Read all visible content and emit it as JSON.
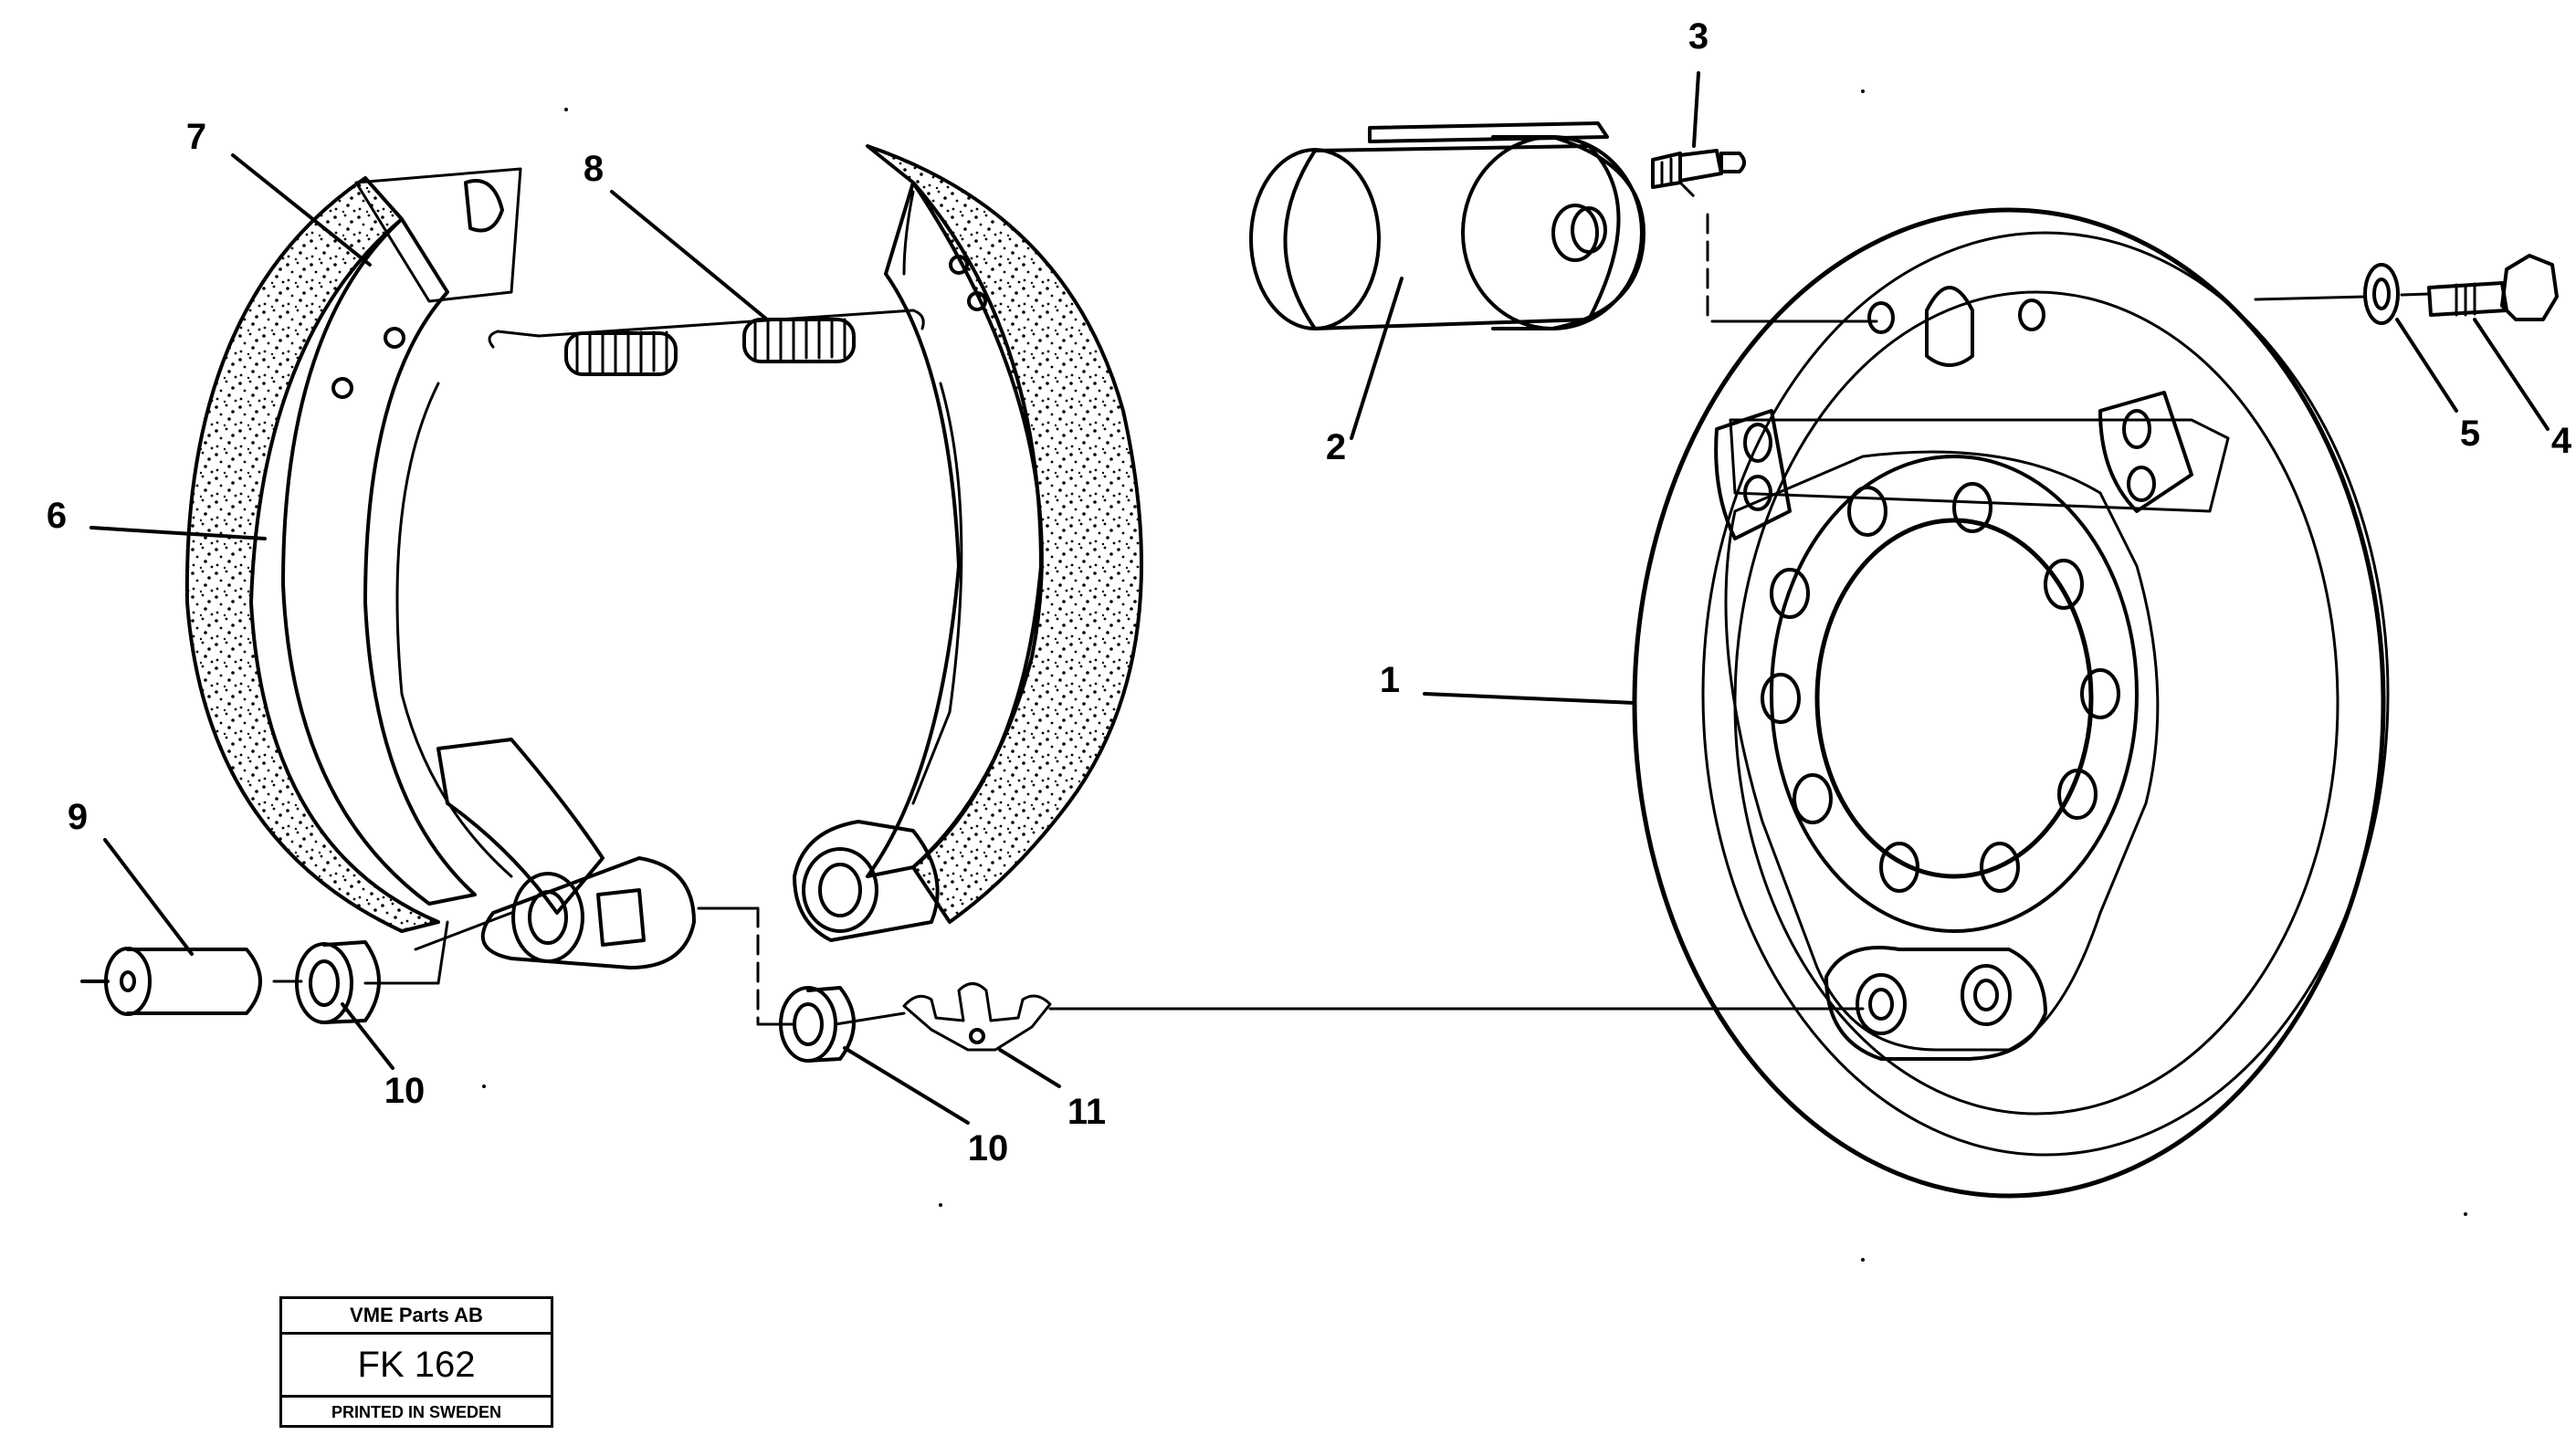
{
  "figure": {
    "callouts": [
      {
        "id": "1",
        "label": "1"
      },
      {
        "id": "2",
        "label": "2"
      },
      {
        "id": "3",
        "label": "3"
      },
      {
        "id": "4",
        "label": "4"
      },
      {
        "id": "5",
        "label": "5"
      },
      {
        "id": "6",
        "label": "6"
      },
      {
        "id": "7",
        "label": "7"
      },
      {
        "id": "8",
        "label": "8"
      },
      {
        "id": "9",
        "label": "9"
      },
      {
        "id": "10a",
        "label": "10"
      },
      {
        "id": "10b",
        "label": "10"
      },
      {
        "id": "11",
        "label": "11"
      }
    ]
  },
  "stamp": {
    "company": "VME Parts AB",
    "code": "FK 162",
    "printed": "PRINTED IN SWEDEN"
  }
}
